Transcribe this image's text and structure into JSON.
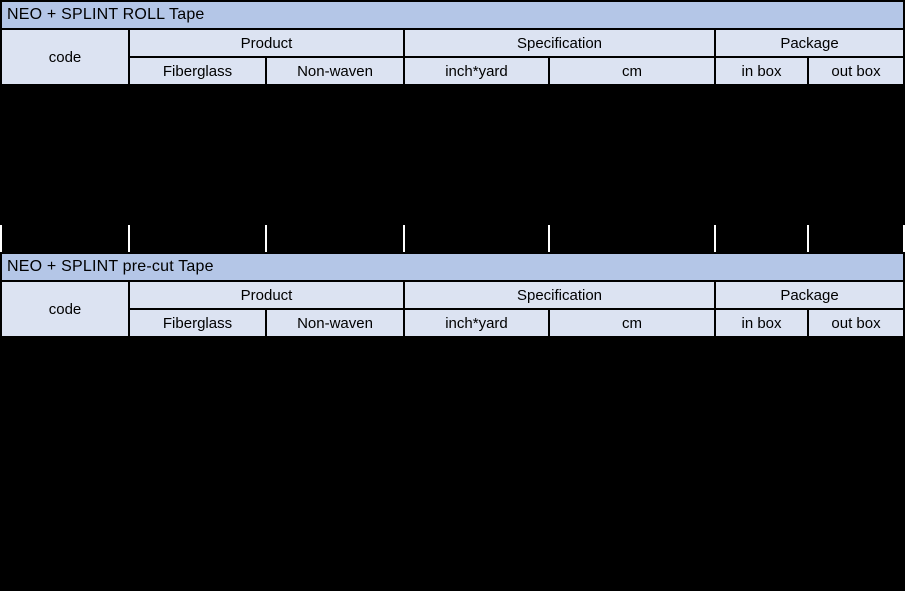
{
  "page": {
    "background": "#000000",
    "description": "Spreadsheet-style price/spec sheet with two table headers; data rows not visible (black)"
  },
  "colors": {
    "title_bg": "#B4C6E7",
    "header_bg": "#DCE3F2",
    "grid_line": "#000000",
    "ghost_row_border": "#FFFFFF",
    "text": "#000000"
  },
  "tables": [
    {
      "title": "NEO + SPLINT ROLL Tape",
      "code_label": "code",
      "groups": [
        {
          "label": "Product",
          "cols": [
            "Fiberglass",
            "Non-waven"
          ]
        },
        {
          "label": "Specification",
          "cols": [
            "inch*yard",
            "cm"
          ]
        },
        {
          "label": "Package",
          "cols": [
            "in box",
            "out box"
          ]
        }
      ]
    },
    {
      "title": "NEO + SPLINT pre-cut Tape",
      "code_label": "code",
      "groups": [
        {
          "label": "Product",
          "cols": [
            "Fiberglass",
            "Non-waven"
          ]
        },
        {
          "label": "Specification",
          "cols": [
            "inch*yard",
            "cm"
          ]
        },
        {
          "label": "Package",
          "cols": [
            "in box",
            "out box"
          ]
        }
      ]
    }
  ]
}
